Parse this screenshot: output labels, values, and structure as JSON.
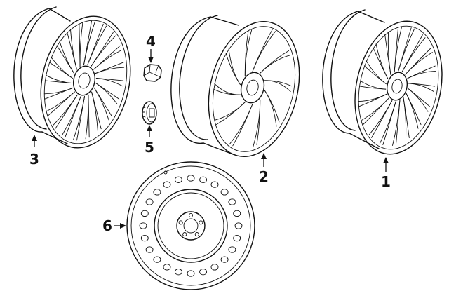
{
  "parts": [
    {
      "id": "wheel-1",
      "callout": "1"
    },
    {
      "id": "wheel-2",
      "callout": "2"
    },
    {
      "id": "wheel-3",
      "callout": "3"
    },
    {
      "id": "lug-nut",
      "callout": "4"
    },
    {
      "id": "center-cap",
      "callout": "5"
    },
    {
      "id": "spare-wheel",
      "callout": "6"
    }
  ]
}
